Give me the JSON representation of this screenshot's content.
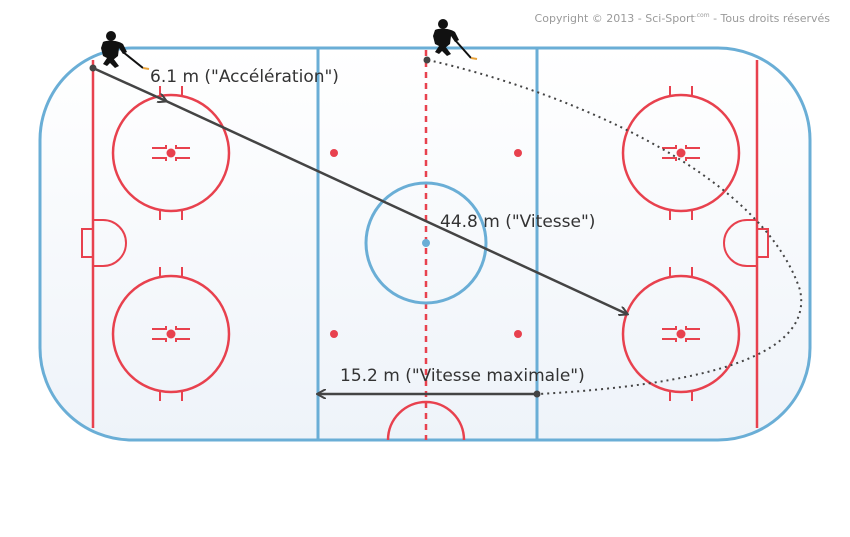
{
  "copyright": {
    "prefix": "Copyright © 2013 - Sci-Sport",
    "superscript": ".com",
    "suffix": " - Tous droits réservés"
  },
  "labels": {
    "acceleration": "6.1 m (\"Accélération\")",
    "vitesse": "44.8 m (\"Vitesse\")",
    "vitesse_max": "15.2 m (\"Vitesse maximale\")"
  },
  "colors": {
    "rink_blue": "#6aaed6",
    "rink_red": "#e8414e",
    "ice": "#f2f6fb",
    "path": "#444444"
  },
  "icons": [
    "skater-icon",
    "hockey-stick-icon"
  ]
}
